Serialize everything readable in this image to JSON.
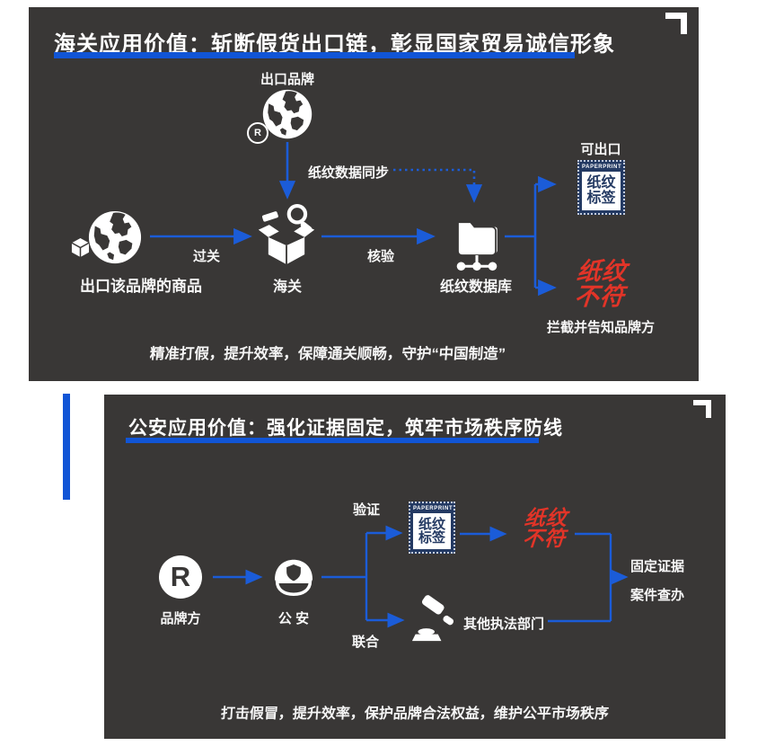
{
  "colors": {
    "accent_blue": "#1155d6",
    "alert_red": "#e23428",
    "stamp_navy": "#243a63",
    "slide_bg": "#393736"
  },
  "slide1": {
    "title": "海关应用价值：斩断假货出口链，彰显国家贸易诚信形象",
    "nodes": {
      "export_brand": "出口品牌",
      "export_goods": "出口该品牌的商品",
      "customs": "海关",
      "database": "纸纹数据库",
      "exportable": "可出口",
      "intercept": "拦截并告知品牌方"
    },
    "edges": {
      "sync": "纸纹数据同步",
      "pass": "过关",
      "verify": "核验"
    },
    "stamp": {
      "header": "PAPERPRINT",
      "line1": "纸纹",
      "line2": "标签"
    },
    "mismatch": {
      "line1": "纸纹",
      "line2": "不符"
    },
    "registered_mark": "R",
    "slogan": "精准打假，提升效率，保障通关顺畅，守护“中国制造”"
  },
  "slide2": {
    "title": "公安应用价值：强化证据固定，筑牢市场秩序防线",
    "nodes": {
      "brand": "品牌方",
      "brand_letter": "R",
      "police": "公 安",
      "other_agencies": "其他执法部门",
      "fix_evidence": "固定证据",
      "case_handling": "案件查办"
    },
    "edges": {
      "verify": "验证",
      "joint": "联合"
    },
    "stamp": {
      "header": "PAPERPRINT",
      "line1": "纸纹",
      "line2": "标签"
    },
    "mismatch": {
      "line1": "纸纹",
      "line2": "不符"
    },
    "slogan": "打击假冒，提升效率，保护品牌合法权益，维护公平市场秩序"
  }
}
